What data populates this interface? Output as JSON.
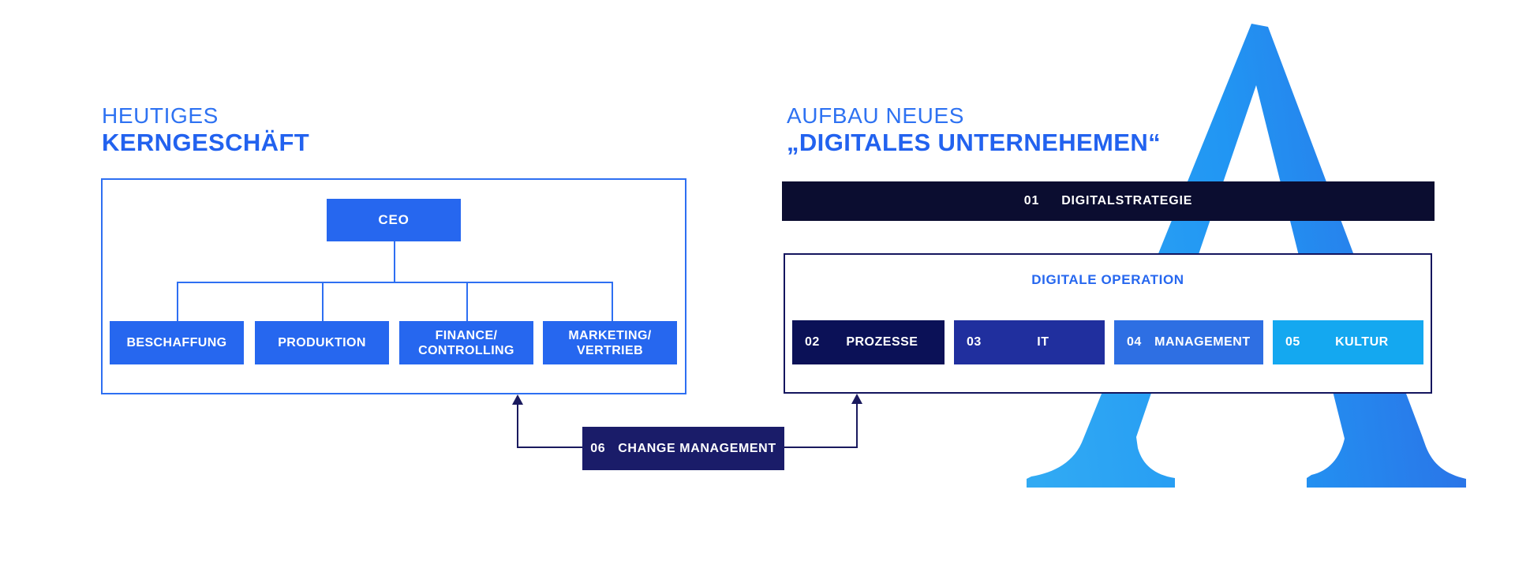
{
  "colors": {
    "title_light": "#2E72F2",
    "title_bold": "#2262EF",
    "royal_blue": "#2667EF",
    "outline_blue": "#2E6FF2",
    "operation_title": "#2667EF",
    "navy_bar": "#0B0D30",
    "navy_outline": "#14155E",
    "connector_navy": "#1A1A5E",
    "change_box": "#1A1C69",
    "a_gradient": [
      "#31AAF3",
      "#2196F3",
      "#2C6FE6"
    ]
  },
  "left": {
    "eyebrow": "HEUTIGES",
    "title": "KERNGESCHÄFT",
    "ceo_label": "CEO",
    "departments": [
      {
        "lines": [
          "BESCHAFFUNG"
        ]
      },
      {
        "lines": [
          "PRODUKTION"
        ]
      },
      {
        "lines": [
          "FINANCE/",
          "CONTROLLING"
        ]
      },
      {
        "lines": [
          "MARKETING/",
          "VERTRIEB"
        ]
      }
    ]
  },
  "right": {
    "eyebrow": "AUFBAU NEUES",
    "title": "„DIGITALES UNTERNEHEMEN“",
    "strategy": {
      "num": "01",
      "label": "DIGITALSTRATEGIE"
    },
    "operation": {
      "title": "DIGITALE OPERATION",
      "items": [
        {
          "num": "02",
          "label": "PROZESSE",
          "color": "#0B1157"
        },
        {
          "num": "03",
          "label": "IT",
          "color": "#202F9E"
        },
        {
          "num": "04",
          "label": "MANAGEMENT",
          "color": "#2E6FE3"
        },
        {
          "num": "05",
          "label": "KULTUR",
          "color": "#14A8F0"
        }
      ]
    }
  },
  "change": {
    "num": "06",
    "label": "CHANGE MANAGEMENT"
  }
}
